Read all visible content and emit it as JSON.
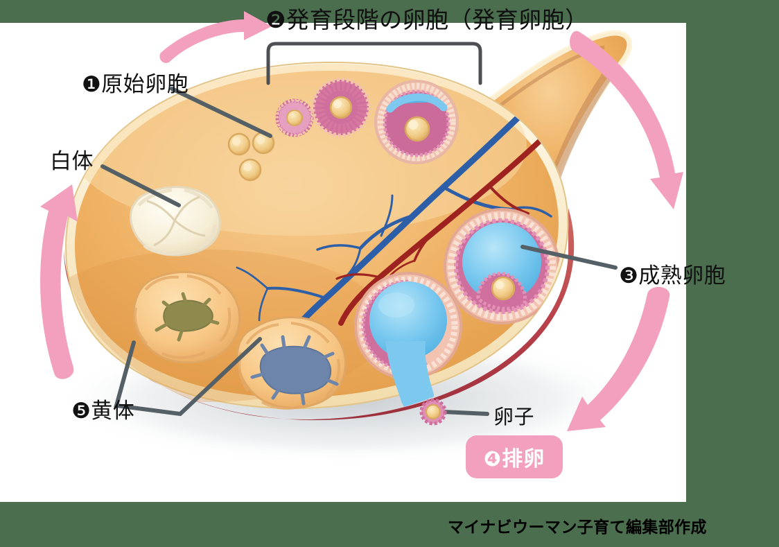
{
  "figure": {
    "title": "❷発育段階の卵胞（発育卵胞）",
    "credit": "マイナビウーマン子育て編集部作成",
    "background_color": "#4a6e4e",
    "canvas_color": "#ffffff",
    "arrow_color": "#f2a0bd",
    "badge_color": "#f2a0bd",
    "leader_color": "#555f66"
  },
  "labels": {
    "primordial_follicle": "❶原始卵胞",
    "developing_follicle": "❷発育段階の卵胞（発育卵胞）",
    "mature_follicle": "❸成熟卵胞",
    "ovulation": "❹排卵",
    "corpus_luteum": "❺黄体",
    "corpus_albicans": "白体",
    "ovum": "卵子"
  },
  "illustration": {
    "subject": "ovary-cross-section",
    "stroma_color": "#eda95c",
    "cortex_color": "#f6d49a",
    "capsule_color": "#fdf3d8",
    "rim_color": "#b7414a",
    "vein_color": "#2d5fa8",
    "artery_color": "#9e2220",
    "granulosa_color": "#cf6f9e",
    "theca_color": "#f3c3b2",
    "antrum_color": "#7cc8ef",
    "oocyte_color": "#f3cf8f",
    "luteum_color": "#f6c887",
    "albicans_color": "#f7f0dc",
    "structures": [
      {
        "name": "primordial-follicles",
        "count": 3
      },
      {
        "name": "developing-follicles",
        "count": 3
      },
      {
        "name": "mature-follicle",
        "count": 1
      },
      {
        "name": "ruptured-follicle",
        "count": 1
      },
      {
        "name": "corpus-luteum",
        "count": 2
      },
      {
        "name": "corpus-albicans",
        "count": 1
      },
      {
        "name": "released-ovum",
        "count": 1
      }
    ]
  },
  "arrows": [
    {
      "name": "arrow-to-developing",
      "direction": "right"
    },
    {
      "name": "arrow-to-mature",
      "direction": "down-right"
    },
    {
      "name": "arrow-to-ovulation",
      "direction": "down-left"
    },
    {
      "name": "arrow-to-albicans",
      "direction": "up"
    }
  ]
}
